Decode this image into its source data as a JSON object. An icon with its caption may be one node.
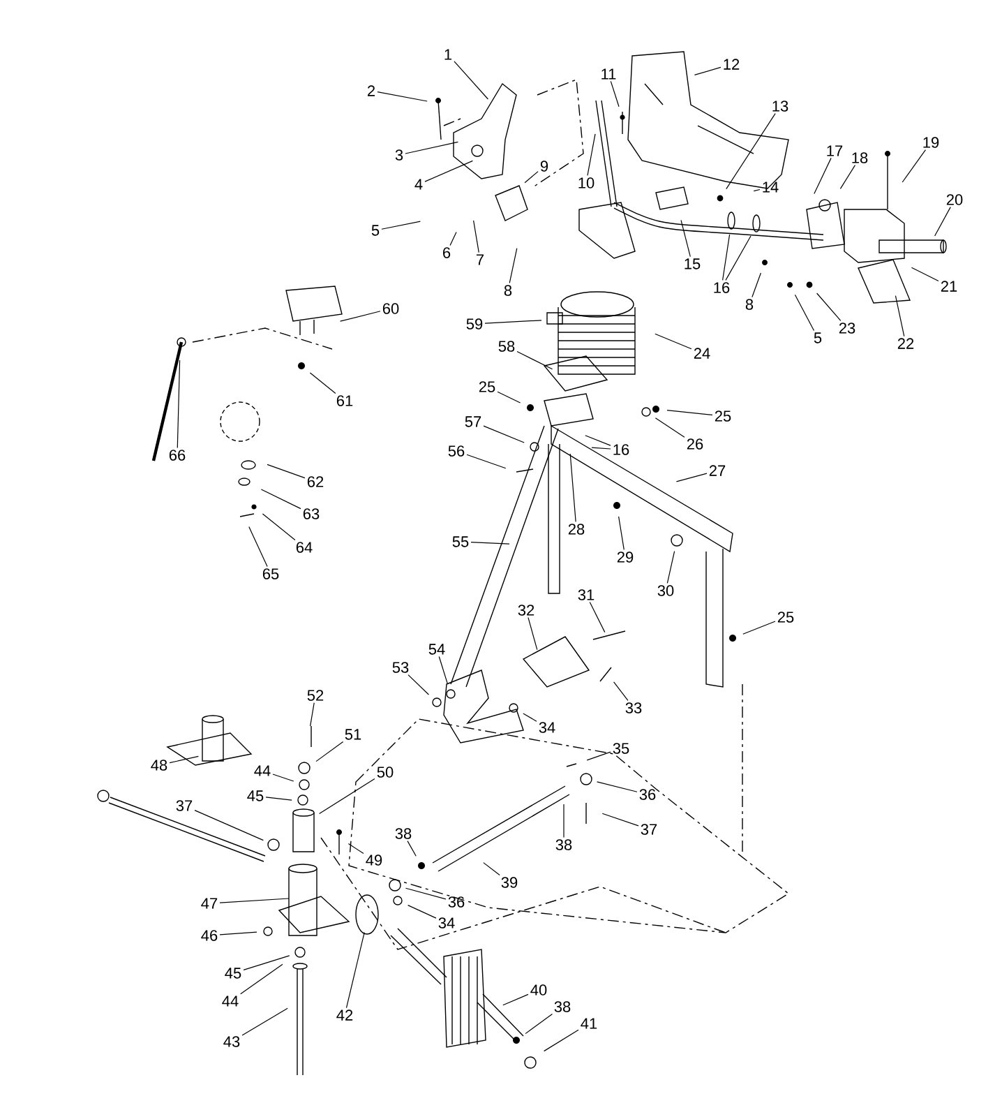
{
  "diagram": {
    "nodes": [
      {
        "text": [
          "1"
        ]
      },
      {
        "text": [
          "2"
        ]
      },
      {
        "text": [
          "3"
        ]
      },
      {
        "text": [
          "4"
        ]
      },
      {
        "text": [
          "5"
        ]
      },
      {
        "text": [
          "6"
        ]
      },
      {
        "text": [
          "7"
        ]
      },
      {
        "text": [
          "8"
        ]
      },
      {
        "text": [
          "9"
        ]
      },
      {
        "text": [
          "10"
        ]
      },
      {
        "text": [
          "11"
        ]
      },
      {
        "text": [
          "12"
        ]
      },
      {
        "text": [
          "13"
        ]
      },
      {
        "text": [
          "14"
        ]
      },
      {
        "text": [
          "15"
        ]
      },
      {
        "text": [
          "16"
        ]
      },
      {
        "text": [
          "17"
        ]
      },
      {
        "text": [
          "18"
        ]
      },
      {
        "text": [
          "19"
        ]
      },
      {
        "text": [
          "20"
        ]
      },
      {
        "text": [
          "21"
        ]
      },
      {
        "text": [
          "22"
        ]
      },
      {
        "text": [
          "8"
        ]
      },
      {
        "text": [
          "5"
        ]
      },
      {
        "text": [
          "23"
        ]
      },
      {
        "text": [
          "60"
        ]
      },
      {
        "text": [
          "59"
        ]
      },
      {
        "text": [
          "24"
        ]
      },
      {
        "text": [
          "61"
        ]
      },
      {
        "text": [
          "66"
        ]
      },
      {
        "text": [
          "62"
        ]
      },
      {
        "text": [
          "63"
        ]
      },
      {
        "text": [
          "64"
        ]
      },
      {
        "text": [
          "65"
        ]
      },
      {
        "text": [
          "58"
        ]
      },
      {
        "text": [
          "25"
        ]
      },
      {
        "text": [
          "25"
        ]
      },
      {
        "text": [
          "26"
        ]
      },
      {
        "text": [
          "57"
        ]
      },
      {
        "text": [
          "16"
        ]
      },
      {
        "text": [
          "56"
        ]
      },
      {
        "text": [
          "27"
        ]
      },
      {
        "text": [
          "28"
        ]
      },
      {
        "text": [
          "29"
        ]
      },
      {
        "text": [
          "55"
        ]
      },
      {
        "text": [
          "30"
        ]
      },
      {
        "text": [
          "31"
        ]
      },
      {
        "text": [
          "32"
        ]
      },
      {
        "text": [
          "25"
        ]
      },
      {
        "text": [
          "54"
        ]
      },
      {
        "text": [
          "53"
        ]
      },
      {
        "text": [
          "33"
        ]
      },
      {
        "text": [
          "52"
        ]
      },
      {
        "text": [
          "34"
        ]
      },
      {
        "text": [
          "51"
        ]
      },
      {
        "text": [
          "35"
        ]
      },
      {
        "text": [
          "48"
        ]
      },
      {
        "text": [
          "44"
        ]
      },
      {
        "text": [
          "50"
        ]
      },
      {
        "text": [
          "36"
        ]
      },
      {
        "text": [
          "45"
        ]
      },
      {
        "text": [
          "37"
        ]
      },
      {
        "text": [
          "37"
        ]
      },
      {
        "text": [
          "38"
        ]
      },
      {
        "text": [
          "38"
        ]
      },
      {
        "text": [
          "49"
        ]
      },
      {
        "text": [
          "39"
        ]
      },
      {
        "text": [
          "36"
        ]
      },
      {
        "text": [
          "47"
        ]
      },
      {
        "text": [
          "34"
        ]
      },
      {
        "text": [
          "46"
        ]
      },
      {
        "text": [
          "45"
        ]
      },
      {
        "text": [
          "40"
        ]
      },
      {
        "text": [
          "44"
        ]
      },
      {
        "text": [
          "38"
        ]
      },
      {
        "text": [
          "42"
        ]
      },
      {
        "text": [
          "41"
        ]
      },
      {
        "text": [
          "43"
        ]
      }
    ],
    "edges": [
      {
        "from": 0,
        "to": null,
        "arrow": "none"
      },
      {
        "from": 1,
        "to": null,
        "arrow": "none"
      },
      {
        "from": 2,
        "to": null,
        "arrow": "none"
      },
      {
        "from": 3,
        "to": null,
        "arrow": "none"
      },
      {
        "from": 4,
        "to": null,
        "arrow": "none"
      },
      {
        "from": 5,
        "to": null,
        "arrow": "none"
      },
      {
        "from": 6,
        "to": null,
        "arrow": "none"
      },
      {
        "from": 7,
        "to": null,
        "arrow": "none"
      },
      {
        "from": 8,
        "to": null,
        "arrow": "none"
      },
      {
        "from": 9,
        "to": null,
        "arrow": "none"
      },
      {
        "from": 10,
        "to": null,
        "arrow": "none"
      },
      {
        "from": 11,
        "to": null,
        "arrow": "none"
      },
      {
        "from": 12,
        "to": null,
        "arrow": "none"
      },
      {
        "from": 13,
        "to": null,
        "arrow": "none"
      },
      {
        "from": 14,
        "to": null,
        "arrow": "none"
      },
      {
        "from": 15,
        "to": null,
        "arrow": "none"
      },
      {
        "from": 15,
        "to": null,
        "arrow": "none"
      },
      {
        "from": 16,
        "to": null,
        "arrow": "none"
      },
      {
        "from": 17,
        "to": null,
        "arrow": "none"
      },
      {
        "from": 18,
        "to": null,
        "arrow": "none"
      },
      {
        "from": 19,
        "to": null,
        "arrow": "none"
      },
      {
        "from": 20,
        "to": null,
        "arrow": "none"
      },
      {
        "from": 21,
        "to": null,
        "arrow": "none"
      },
      {
        "from": 22,
        "to": null,
        "arrow": "none"
      },
      {
        "from": 23,
        "to": null,
        "arrow": "none"
      },
      {
        "from": 24,
        "to": null,
        "arrow": "none"
      },
      {
        "from": 25,
        "to": null,
        "arrow": "none"
      },
      {
        "from": 26,
        "to": null,
        "arrow": "none"
      },
      {
        "from": 27,
        "to": null,
        "arrow": "none"
      },
      {
        "from": 28,
        "to": null,
        "arrow": "none"
      },
      {
        "from": 29,
        "to": null,
        "arrow": "none"
      },
      {
        "from": 30,
        "to": null,
        "arrow": "none"
      },
      {
        "from": 31,
        "to": null,
        "arrow": "none"
      },
      {
        "from": 32,
        "to": null,
        "arrow": "none"
      },
      {
        "from": 33,
        "to": null,
        "arrow": "none"
      },
      {
        "from": 34,
        "to": null,
        "arrow": "none"
      },
      {
        "from": 35,
        "to": null,
        "arrow": "none"
      },
      {
        "from": 36,
        "to": null,
        "arrow": "none"
      },
      {
        "from": 37,
        "to": null,
        "arrow": "none"
      },
      {
        "from": 38,
        "to": null,
        "arrow": "none"
      },
      {
        "from": 39,
        "to": null,
        "arrow": "none"
      },
      {
        "from": 39,
        "to": null,
        "arrow": "none"
      },
      {
        "from": 40,
        "to": null,
        "arrow": "none"
      },
      {
        "from": 41,
        "to": null,
        "arrow": "none"
      },
      {
        "from": 42,
        "to": null,
        "arrow": "none"
      },
      {
        "from": 43,
        "to": null,
        "arrow": "none"
      },
      {
        "from": 44,
        "to": null,
        "arrow": "none"
      },
      {
        "from": 45,
        "to": null,
        "arrow": "none"
      },
      {
        "from": 46,
        "to": null,
        "arrow": "none"
      },
      {
        "from": 47,
        "to": null,
        "arrow": "none"
      },
      {
        "from": 48,
        "to": null,
        "arrow": "none"
      },
      {
        "from": 49,
        "to": null,
        "arrow": "none"
      },
      {
        "from": 50,
        "to": null,
        "arrow": "none"
      },
      {
        "from": 51,
        "to": null,
        "arrow": "none"
      },
      {
        "from": 52,
        "to": null,
        "arrow": "none"
      },
      {
        "from": 53,
        "to": null,
        "arrow": "none"
      },
      {
        "from": 54,
        "to": null,
        "arrow": "none"
      },
      {
        "from": 55,
        "to": null,
        "arrow": "none"
      },
      {
        "from": 56,
        "to": null,
        "arrow": "none"
      },
      {
        "from": 57,
        "to": null,
        "arrow": "none"
      },
      {
        "from": 58,
        "to": null,
        "arrow": "none"
      },
      {
        "from": 59,
        "to": null,
        "arrow": "none"
      },
      {
        "from": 60,
        "to": null,
        "arrow": "none"
      },
      {
        "from": 61,
        "to": null,
        "arrow": "none"
      },
      {
        "from": 62,
        "to": null,
        "arrow": "none"
      },
      {
        "from": 63,
        "to": null,
        "arrow": "none"
      },
      {
        "from": 64,
        "to": null,
        "arrow": "none"
      },
      {
        "from": 65,
        "to": null,
        "arrow": "none"
      },
      {
        "from": 66,
        "to": null,
        "arrow": "none"
      },
      {
        "from": 67,
        "to": null,
        "arrow": "none"
      },
      {
        "from": 68,
        "to": null,
        "arrow": "none"
      },
      {
        "from": 69,
        "to": null,
        "arrow": "none"
      },
      {
        "from": 70,
        "to": null,
        "arrow": "none"
      },
      {
        "from": 71,
        "to": null,
        "arrow": "none"
      },
      {
        "from": 72,
        "to": null,
        "arrow": "none"
      },
      {
        "from": 73,
        "to": null,
        "arrow": "none"
      },
      {
        "from": 74,
        "to": null,
        "arrow": "none"
      },
      {
        "from": 75,
        "to": null,
        "arrow": "none"
      },
      {
        "from": 76,
        "to": null,
        "arrow": "none"
      },
      {
        "from": 77,
        "to": null,
        "arrow": "none"
      }
    ]
  }
}
